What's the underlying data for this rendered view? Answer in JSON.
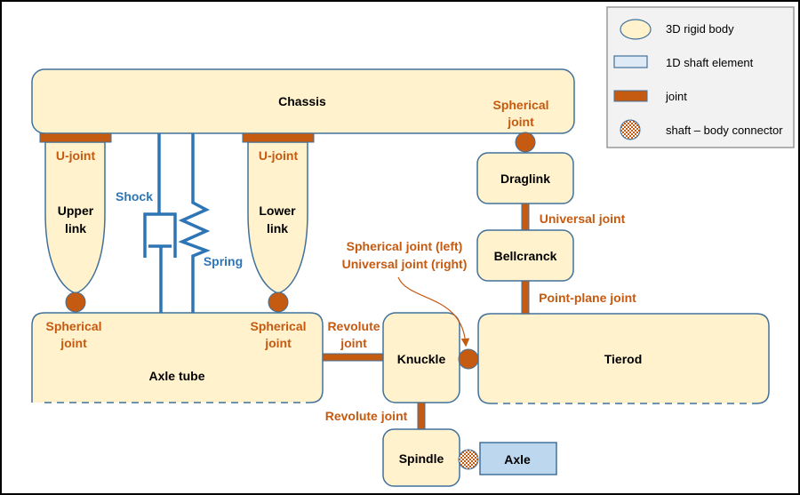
{
  "colors": {
    "rigid_body": "#fff2cc",
    "outline": "#41719c",
    "joint": "#c55a11",
    "shaft": "#bdd7ee",
    "spring_damper": "#2e75b6"
  },
  "bodies": {
    "chassis": "Chassis",
    "upper_link": [
      "Upper",
      "link"
    ],
    "lower_link": [
      "Lower",
      "link"
    ],
    "axle_tube": "Axle tube",
    "knuckle": "Knuckle",
    "tierod": "Tierod",
    "bellcrank": "Bellcranck",
    "draglink": "Draglink",
    "spindle": "Spindle",
    "axle": "Axle"
  },
  "joints": {
    "u_joint_upper": "U-joint",
    "u_joint_lower": "U-joint",
    "spherical_upper": [
      "Spherical",
      "joint"
    ],
    "spherical_lower": [
      "Spherical",
      "joint"
    ],
    "spherical_chassis": [
      "Spherical",
      "joint"
    ],
    "revolute_axle": [
      "Revolute",
      "joint"
    ],
    "revolute_spindle": "Revolute joint",
    "universal_draglink": "Universal joint",
    "point_plane": "Point-plane joint",
    "annotation": [
      "Spherical joint (left)",
      "Universal joint (right)"
    ]
  },
  "elements": {
    "shock": "Shock",
    "spring": "Spring"
  },
  "legend": [
    {
      "icon": "ellipse",
      "label": "3D rigid body"
    },
    {
      "icon": "rect",
      "label": "1D shaft element"
    },
    {
      "icon": "bar",
      "label": "joint"
    },
    {
      "icon": "checkered-circle",
      "label": "shaft – body connector"
    }
  ]
}
